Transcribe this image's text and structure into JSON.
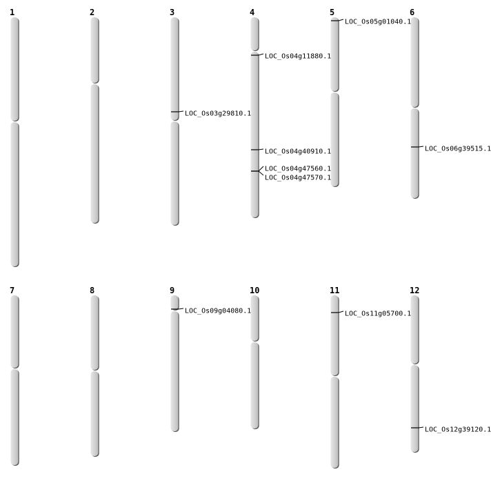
{
  "chromosomes": [
    {
      "name": "1"
    },
    {
      "name": "2"
    },
    {
      "name": "3"
    },
    {
      "name": "4"
    },
    {
      "name": "5"
    },
    {
      "name": "6"
    },
    {
      "name": "7"
    },
    {
      "name": "8"
    },
    {
      "name": "9"
    },
    {
      "name": "10"
    },
    {
      "name": "11"
    },
    {
      "name": "12"
    }
  ],
  "genes": [
    {
      "chromosome": "5",
      "id": "LOC_Os05g01040.1"
    },
    {
      "chromosome": "4",
      "id": "LOC_Os04g11880.1"
    },
    {
      "chromosome": "3",
      "id": "LOC_Os03g29810.1"
    },
    {
      "chromosome": "4",
      "id": "LOC_Os04g40910.1"
    },
    {
      "chromosome": "4",
      "id": "LOC_Os04g47560.1"
    },
    {
      "chromosome": "4",
      "id": "LOC_Os04g47570.1"
    },
    {
      "chromosome": "6",
      "id": "LOC_Os06g39515.1"
    },
    {
      "chromosome": "9",
      "id": "LOC_Os09g04080.1"
    },
    {
      "chromosome": "11",
      "id": "LOC_Os11g05700.1"
    },
    {
      "chromosome": "12",
      "id": "LOC_Os12g39120.1"
    }
  ]
}
